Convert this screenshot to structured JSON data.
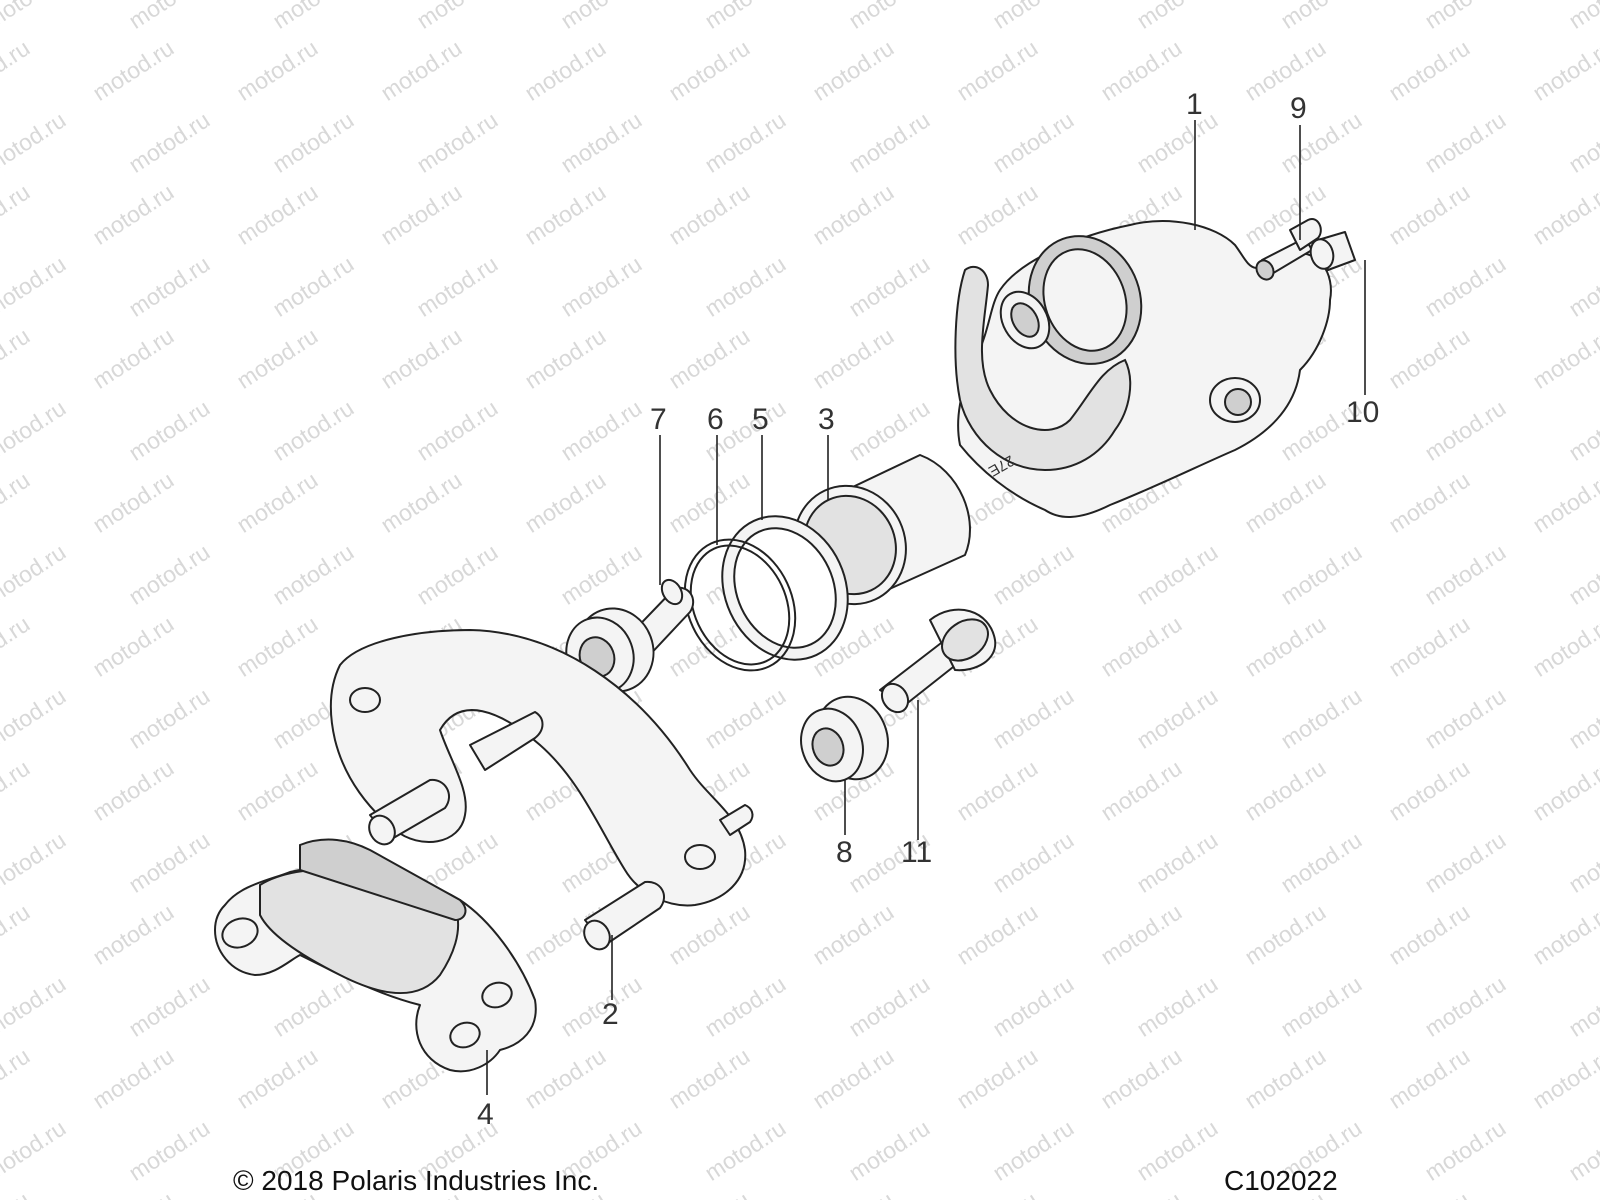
{
  "diagram": {
    "watermark": "motod.ru",
    "callouts": [
      {
        "id": "1",
        "label": "1"
      },
      {
        "id": "2",
        "label": "2"
      },
      {
        "id": "3",
        "label": "3"
      },
      {
        "id": "4",
        "label": "4"
      },
      {
        "id": "5",
        "label": "5"
      },
      {
        "id": "6",
        "label": "6"
      },
      {
        "id": "7",
        "label": "7"
      },
      {
        "id": "8",
        "label": "8"
      },
      {
        "id": "9",
        "label": "9"
      },
      {
        "id": "10",
        "label": "10"
      },
      {
        "id": "11",
        "label": "11"
      }
    ],
    "casting_mark": "27E"
  },
  "footer": {
    "copyright": "© 2018 Polaris Industries Inc.",
    "diagram_code": "C102022"
  }
}
